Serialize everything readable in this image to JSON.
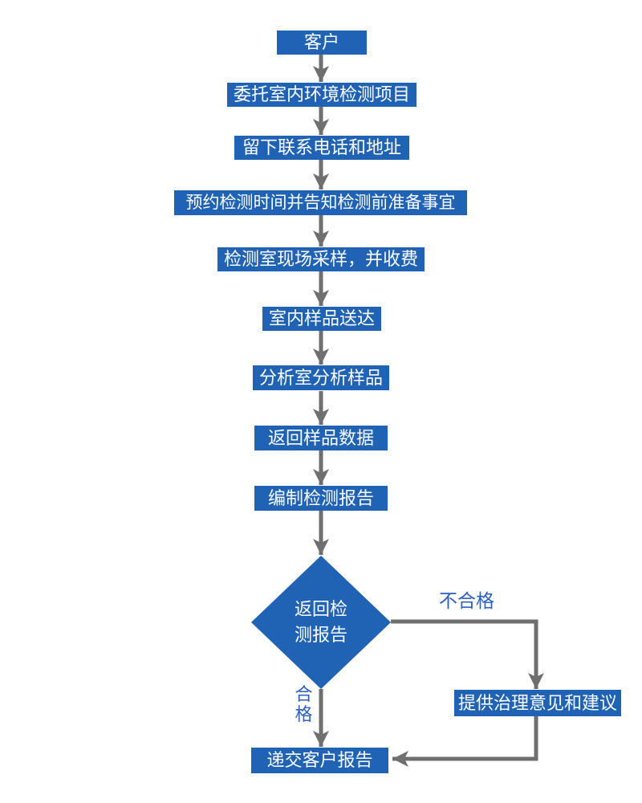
{
  "flowchart": {
    "title_meaning": "indoor environment testing service workflow",
    "colors": {
      "node_fill": "#2062b4",
      "node_text": "#ffffff",
      "connector": "#6f6f6f",
      "branch_label_text": "#2a5fc0",
      "background": "#ffffff"
    },
    "nodes": {
      "customer": {
        "label": "客户"
      },
      "entrust": {
        "label": "委托室内环境检测项目"
      },
      "contact": {
        "label": "留下联系电话和地址"
      },
      "appointment": {
        "label": "预约检测时间并告知检测前准备事宜"
      },
      "sampling": {
        "label": "检测室现场采样，并收费"
      },
      "delivery": {
        "label": "室内样品送达"
      },
      "analysis": {
        "label": "分析室分析样品"
      },
      "return_data": {
        "label": "返回样品数据"
      },
      "compile_report": {
        "label": "编制检测报告"
      },
      "decision": {
        "label": "返回检测报告",
        "line1": "返回检",
        "line2": "测报告"
      },
      "treatment": {
        "label": "提供治理意见和建议"
      },
      "submit": {
        "label": "递交客户报告"
      }
    },
    "edge_labels": {
      "fail": "不合格",
      "pass": "合格"
    }
  }
}
